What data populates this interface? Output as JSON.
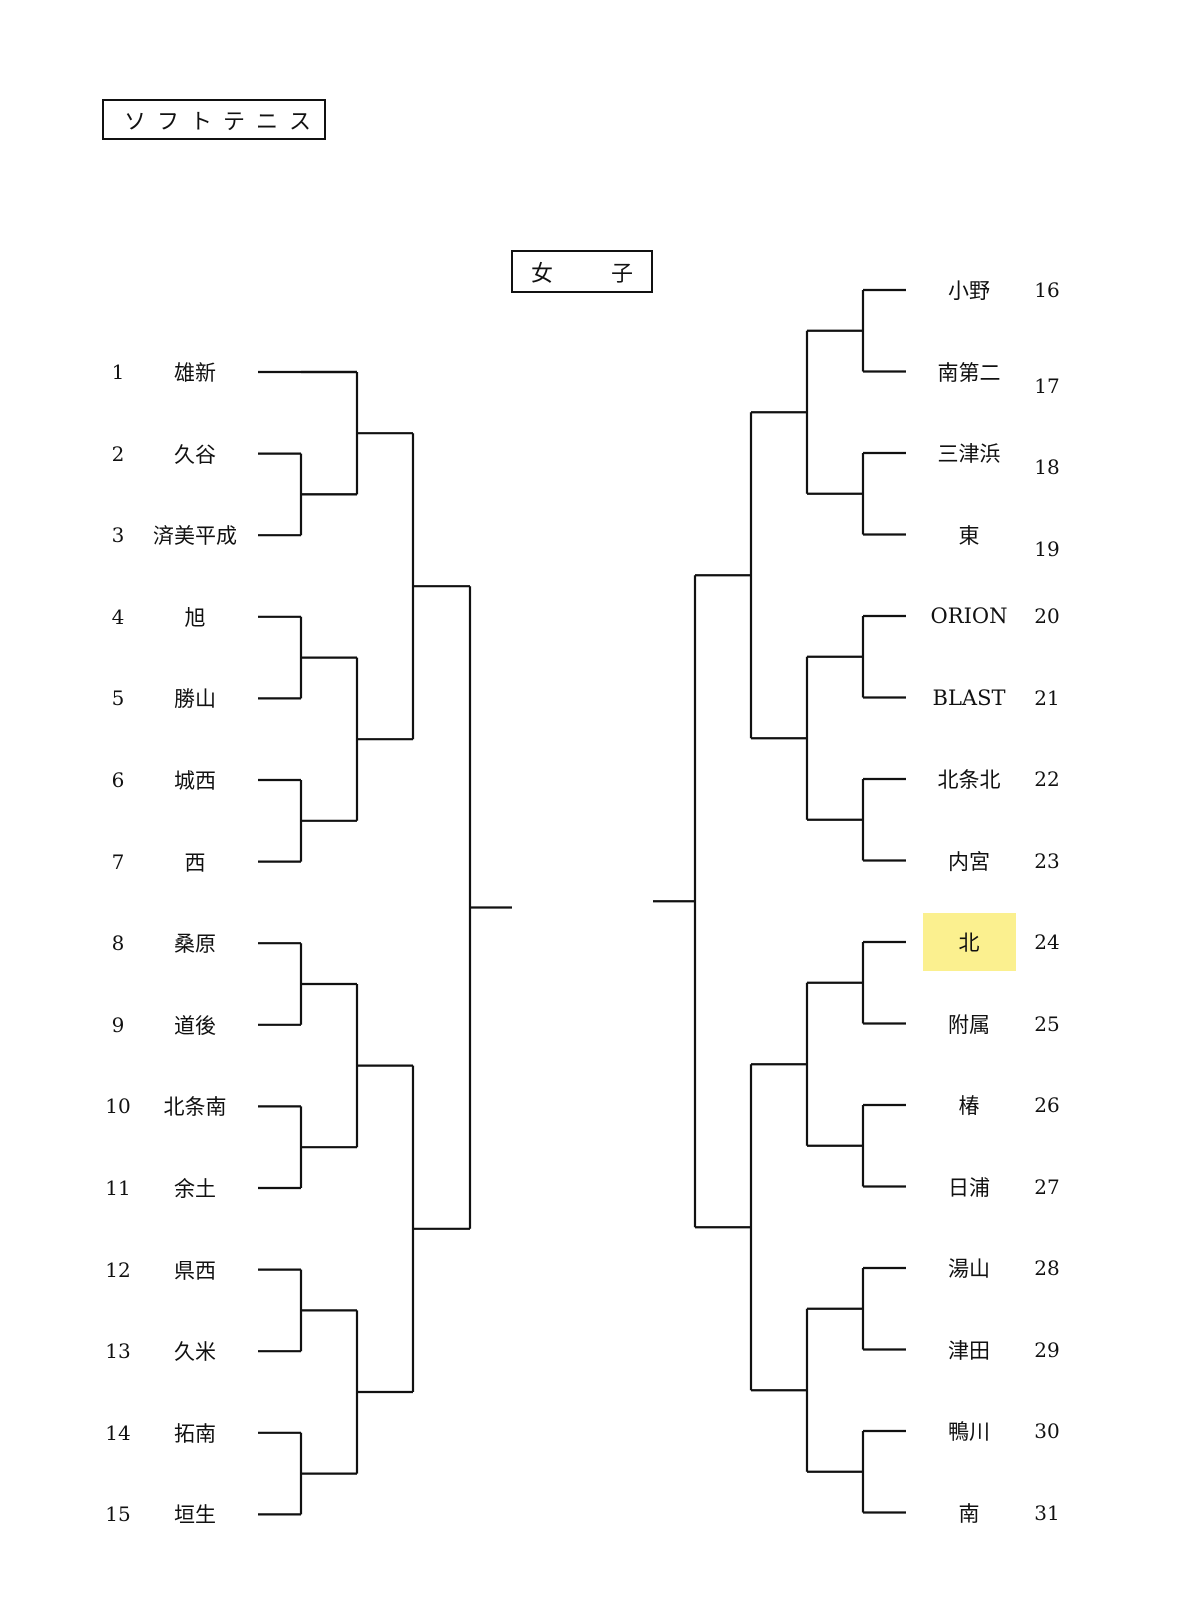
{
  "sport_title": "ソフトテニス",
  "division": {
    "left": "女",
    "right": "子"
  },
  "left_entries": [
    {
      "seed": "1",
      "team": "雄新"
    },
    {
      "seed": "2",
      "team": "久谷"
    },
    {
      "seed": "3",
      "team": "済美平成"
    },
    {
      "seed": "4",
      "team": "旭"
    },
    {
      "seed": "5",
      "team": "勝山"
    },
    {
      "seed": "6",
      "team": "城西"
    },
    {
      "seed": "7",
      "team": "西"
    },
    {
      "seed": "8",
      "team": "桑原"
    },
    {
      "seed": "9",
      "team": "道後"
    },
    {
      "seed": "10",
      "team": "北条南"
    },
    {
      "seed": "11",
      "team": "余土"
    },
    {
      "seed": "12",
      "team": "県西"
    },
    {
      "seed": "13",
      "team": "久米"
    },
    {
      "seed": "14",
      "team": "拓南"
    },
    {
      "seed": "15",
      "team": "垣生"
    }
  ],
  "right_entries": [
    {
      "seed": "16",
      "team": "小野"
    },
    {
      "seed": "17",
      "team": "南第二"
    },
    {
      "seed": "18",
      "team": "三津浜"
    },
    {
      "seed": "19",
      "team": "東"
    },
    {
      "seed": "20",
      "team": "ORION"
    },
    {
      "seed": "21",
      "team": "BLAST"
    },
    {
      "seed": "22",
      "team": "北条北"
    },
    {
      "seed": "23",
      "team": "内宮"
    },
    {
      "seed": "24",
      "team": "北",
      "highlighted": true
    },
    {
      "seed": "25",
      "team": "附属"
    },
    {
      "seed": "26",
      "team": "椿"
    },
    {
      "seed": "27",
      "team": "日浦"
    },
    {
      "seed": "28",
      "team": "湯山"
    },
    {
      "seed": "29",
      "team": "津田"
    },
    {
      "seed": "30",
      "team": "鴨川"
    },
    {
      "seed": "31",
      "team": "南"
    }
  ],
  "colors": {
    "highlight": "#fbf08f",
    "line": "#111111"
  }
}
